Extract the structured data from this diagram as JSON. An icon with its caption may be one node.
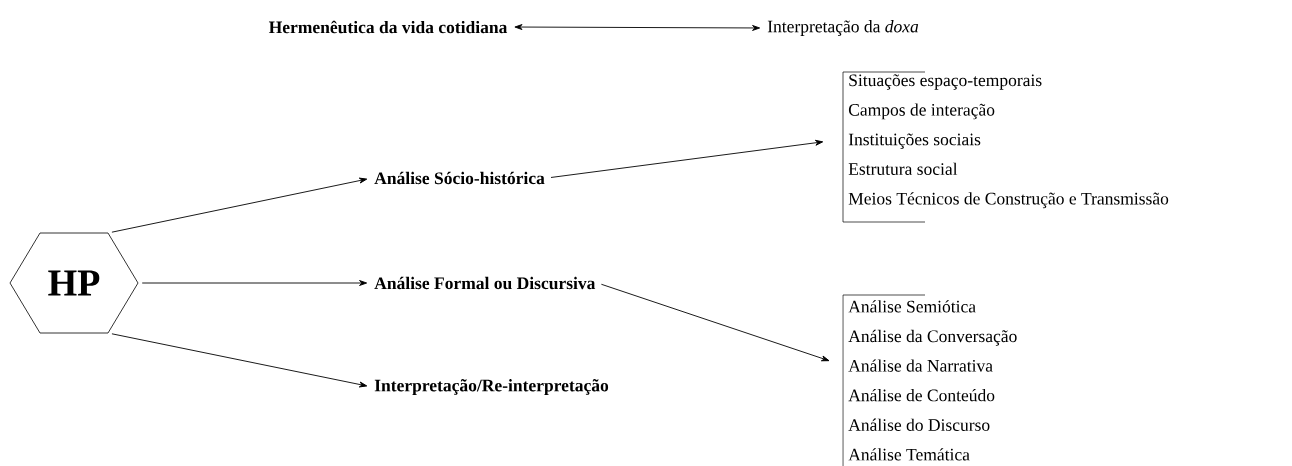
{
  "diagram": {
    "nodes": [
      {
        "text": [
          "Hermenêutica da vida cotidiana"
        ]
      },
      {
        "text": [
          "Interpretação da *doxa*"
        ]
      },
      {
        "text": [
          "HP"
        ]
      },
      {
        "text": [
          "Análise Sócio-histórica"
        ]
      },
      {
        "text": [
          "Análise Formal ou Discursiva"
        ]
      },
      {
        "text": [
          "Interpretação/Re-interpretação"
        ]
      },
      {
        "text": [
          "Situações espaço-temporais",
          "Campos de interação",
          "Instituições sociais",
          "Estrutura social",
          "Meios Técnicos de Construção e Transmissão"
        ]
      },
      {
        "text": [
          "Análise Semiótica",
          "Análise da Conversação",
          "Análise da Narrativa",
          "Análise de Conteúdo",
          "Análise do Discurso",
          "Análise Temática"
        ]
      }
    ],
    "edges": [
      {
        "from": 0,
        "to": 1,
        "arrow": "both"
      },
      {
        "from": 2,
        "to": 3,
        "arrow": "to"
      },
      {
        "from": 2,
        "to": 4,
        "arrow": "to"
      },
      {
        "from": 2,
        "to": 5,
        "arrow": "to"
      },
      {
        "from": 3,
        "to": 6,
        "arrow": "to"
      },
      {
        "from": 4,
        "to": 7,
        "arrow": "to"
      }
    ]
  }
}
